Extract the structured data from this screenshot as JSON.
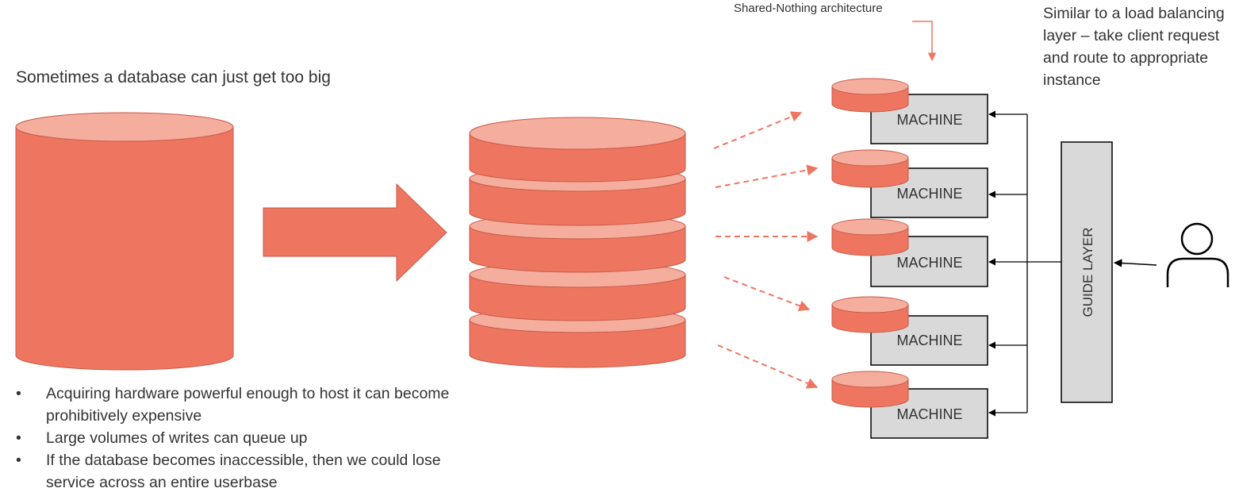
{
  "heading": "Sometimes a database can just get too big",
  "bullets": [
    "Acquiring hardware powerful enough to host it can become prohibitively expensive",
    "Large volumes of writes can queue up",
    "If the database becomes inaccessible, then we could lose service across an entire userbase"
  ],
  "architecture_label": "Shared-Nothing architecture",
  "side_note": "Similar to a load balancing layer – take client request and route to appropriate instance",
  "machines": [
    {
      "label": "MACHINE"
    },
    {
      "label": "MACHINE"
    },
    {
      "label": "MACHINE"
    },
    {
      "label": "MACHINE"
    },
    {
      "label": "MACHINE"
    }
  ],
  "guide_layer_label": "GUIDE LAYER",
  "icons": {
    "big_db": "database-cylinder-icon",
    "arrow": "right-arrow-icon",
    "sharded_db": "sharded-database-icon",
    "shard": "database-shard-icon",
    "user": "user-icon"
  },
  "colors": {
    "db_body": "#ee7661",
    "db_top": "#f5ad9e",
    "machine_fill": "#d9d9d9",
    "dashed_arrow": "#ee7661",
    "outline": "#000000"
  }
}
